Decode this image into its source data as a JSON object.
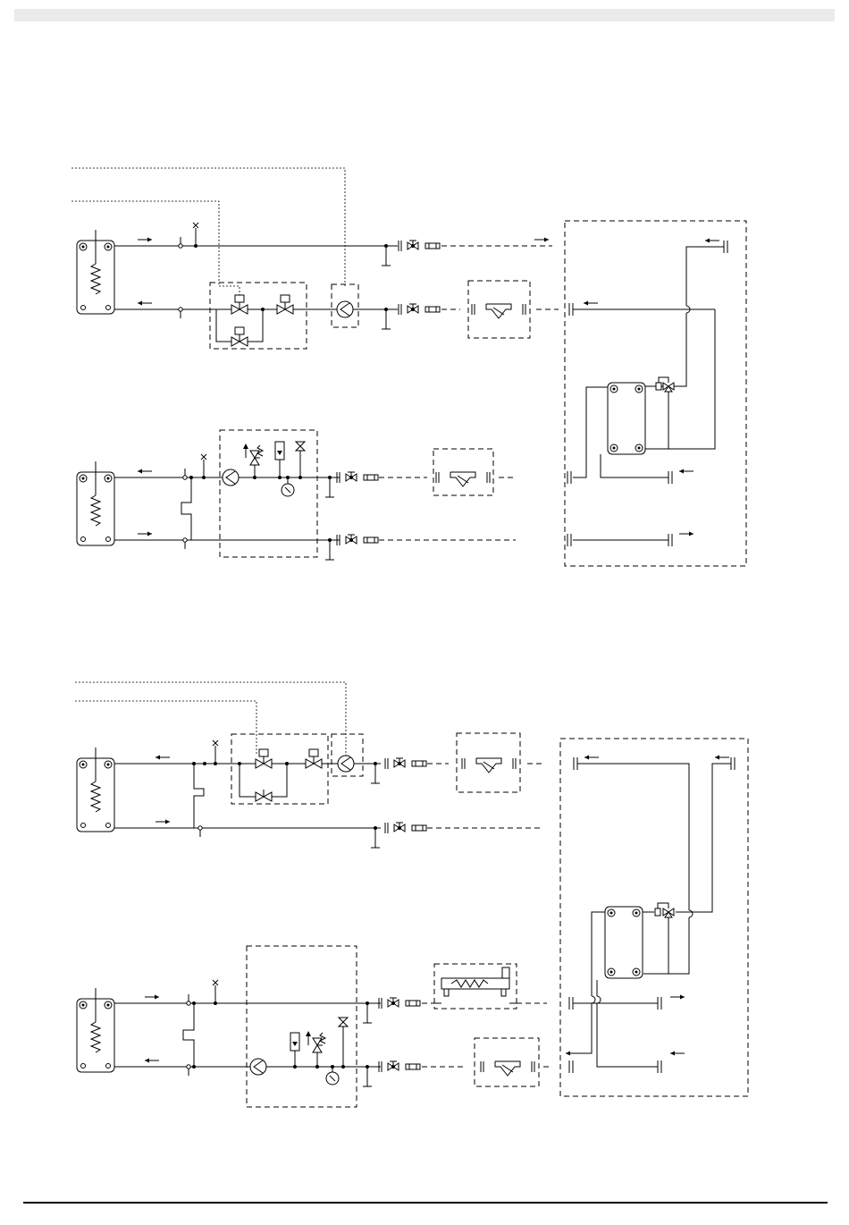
{
  "page": {
    "header_bar_color": "#ebebeb",
    "line_color": "#000000",
    "background": "#ffffff"
  },
  "diagrams": [
    {
      "id": "scheme-1",
      "boilers": 2,
      "components": [
        "boiler",
        "motorized-valve",
        "pump",
        "ball-valve",
        "filter",
        "strainer",
        "plate-heat-exchanger",
        "three-way-valve",
        "expansion-valve",
        "pressure-gauge",
        "safety-valve",
        "air-vent"
      ]
    },
    {
      "id": "scheme-2",
      "boilers": 2,
      "components": [
        "boiler",
        "motorized-valve",
        "pump",
        "ball-valve",
        "filter",
        "strainer",
        "electric-heater",
        "plate-heat-exchanger",
        "three-way-valve",
        "pressure-gauge",
        "safety-valve",
        "air-vent"
      ]
    }
  ]
}
